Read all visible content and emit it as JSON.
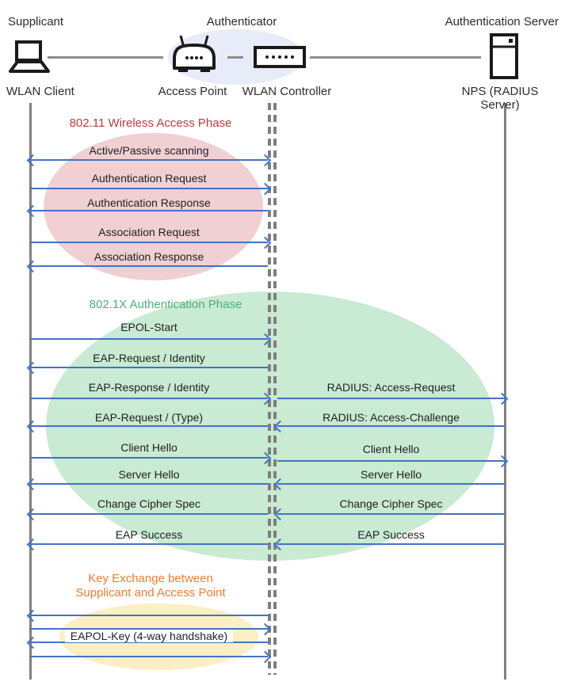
{
  "header": {
    "roles": [
      {
        "label": "Supplicant"
      },
      {
        "label": "Authenticator"
      },
      {
        "label": "Authentication Server"
      }
    ],
    "devices": [
      {
        "label": "WLAN Client"
      },
      {
        "label": "Access Point"
      },
      {
        "label": "WLAN Controller"
      },
      {
        "label": "NPS (RADIUS Server)"
      }
    ]
  },
  "phases": {
    "wireless": {
      "title": "802.11 Wireless Access Phase",
      "text_color": "#b33e3c",
      "fill_color": "#f0d0d2"
    },
    "auth": {
      "title": "802.1X Authentication Phase",
      "text_color": "#4caf7c",
      "fill_color": "#c9ead3"
    },
    "key_exchange": {
      "title_line1": "Key Exchange between",
      "title_line2": "Supplicant and Access Point",
      "handshake_label": "EAPOL-Key (4-way handshake)",
      "text_color": "#ed7d31",
      "fill_color": "#fdeec3"
    }
  },
  "messages": {
    "client_ap": [
      {
        "label": "Active/Passive scanning",
        "direction": "both"
      },
      {
        "label": "Authentication Request",
        "direction": "right"
      },
      {
        "label": "Authentication Response",
        "direction": "left"
      },
      {
        "label": "Association Request",
        "direction": "right"
      },
      {
        "label": "Association Response",
        "direction": "left"
      },
      {
        "label": "EPOL-Start",
        "direction": "right"
      },
      {
        "label": "EAP-Request / Identity",
        "direction": "left"
      },
      {
        "label": "EAP-Response / Identity",
        "direction": "right"
      },
      {
        "label": "EAP-Request / (Type)",
        "direction": "left"
      },
      {
        "label": "Client Hello",
        "direction": "right"
      },
      {
        "label": "Server Hello",
        "direction": "left"
      },
      {
        "label": "Change Cipher Spec",
        "direction": "left"
      },
      {
        "label": "EAP Success",
        "direction": "left"
      }
    ],
    "controller_server": [
      {
        "label": "RADIUS: Access-Request",
        "direction": "right"
      },
      {
        "label": "RADIUS: Access-Challenge",
        "direction": "left"
      },
      {
        "label": "Client Hello",
        "direction": "right"
      },
      {
        "label": "Server Hello",
        "direction": "left"
      },
      {
        "label": "Change Cipher Spec",
        "direction": "left"
      },
      {
        "label": "EAP Success",
        "direction": "left"
      }
    ]
  },
  "colors": {
    "arrow": "#4472c4",
    "lifeline": "#7f7f7f",
    "authenticator_group_fill": "#e8ecf8"
  }
}
